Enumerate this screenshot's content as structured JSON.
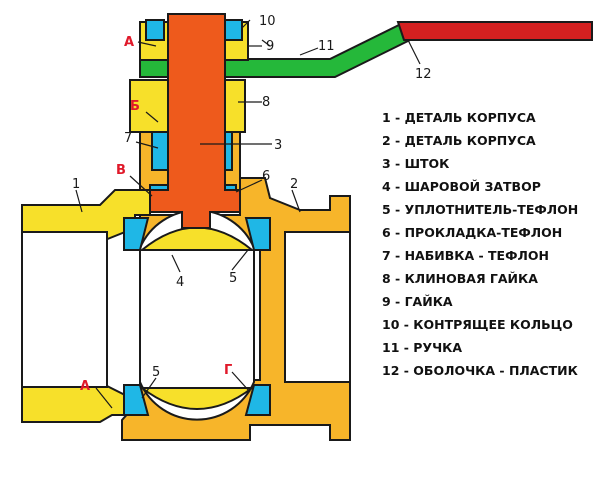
{
  "colors": {
    "body_right": "#f7b52a",
    "body_left": "#f7e02a",
    "stem": "#ee5a1c",
    "teflon": "#1fb7e6",
    "handle": "#25b83a",
    "handle_cover": "#d42020",
    "outline": "#1a1a1a"
  },
  "numbers": {
    "n1": "1",
    "n2": "2",
    "n3": "3",
    "n4": "4",
    "n5a": "5",
    "n5b": "5",
    "n6": "6",
    "n7": "7",
    "n8": "8",
    "n9": "9",
    "n10": "10",
    "n11": "11",
    "n12": "12"
  },
  "letters": {
    "a_top": "А",
    "a_bottom": "А",
    "b": "Б",
    "v": "В",
    "g": "Г"
  },
  "legend": [
    "1 - ДЕТАЛЬ КОРПУСА",
    "2 - ДЕТАЛЬ КОРПУСА",
    "3 - ШТОК",
    "4 - ШАРОВОЙ ЗАТВОР",
    "5 - УПЛОТНИТЕЛЬ-ТЕФЛОН",
    "6 - ПРОКЛАДКА-ТЕФЛОН",
    "7 - НАБИВКА - ТЕФЛОН",
    "8 - КЛИНОВАЯ ГАЙКА",
    "9 - ГАЙКА",
    "10 - КОНТРЯЩЕЕ КОЛЬЦО",
    "11 - РУЧКА",
    "12 - ОБОЛОЧКА - ПЛАСТИК"
  ]
}
